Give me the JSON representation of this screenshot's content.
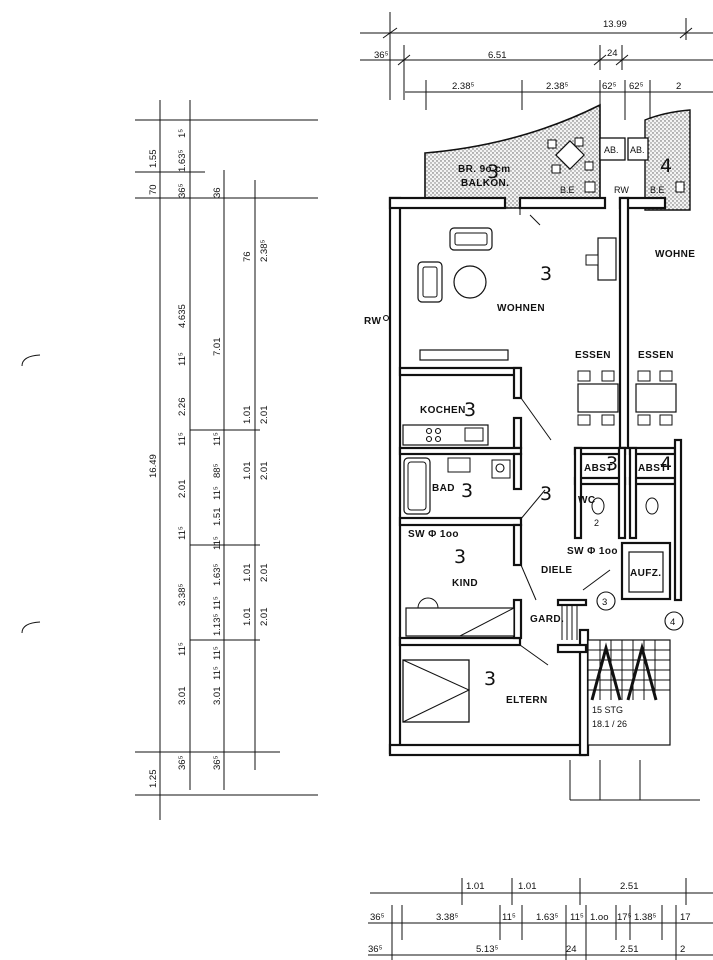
{
  "rooms": {
    "balkon_line1": "BR. 9o cm",
    "balkon_line2": "BALKON.",
    "wohnen": "WOHNEN",
    "wohnen_right": "WOHNE",
    "essen": "ESSEN",
    "essen_right": "ESSEN",
    "kochen": "KOCHEN",
    "bad": "BAD",
    "abst": "ABST",
    "abst_right": "ABST",
    "wc": "WC",
    "kind": "KIND",
    "diele": "DIELE",
    "gard": "GARD.",
    "eltern": "ELTERN",
    "aufz": "AUFZ.",
    "stair_line1": "15 STG",
    "stair_line2": "18.1 / 26",
    "ab_left": "AB.",
    "ab_right": "AB.",
    "rw": "RW",
    "rw_top": "RW",
    "be_label": "B.E",
    "be_label2": "B.E",
    "sw_left": "SW Φ 1oo",
    "sw_right": "SW Φ 1oo",
    "wc_num": "2"
  },
  "marks": {
    "wohnen": "3",
    "balkon": "3",
    "kochen": "3",
    "bad": "3",
    "diele": "3",
    "kind": "3",
    "eltern": "3",
    "abst": "3",
    "abst_right": "4",
    "stair_left": "3",
    "stair_right": "4",
    "balkon_right": "4"
  },
  "dims_top": {
    "total": "13.99",
    "row2_a": "36⁵",
    "row2_b": "6.51",
    "row2_c": "24",
    "row3_a": "2.38⁵",
    "row3_b": "2.38⁵",
    "row3_c": "62⁵",
    "row3_d": "62⁵",
    "row3_e": "2"
  },
  "dims_left": {
    "d1": "1.55",
    "d2": "1.63⁵",
    "d3": "1⁵",
    "d4": "70",
    "d5": "36⁵",
    "d6": "36",
    "d7": "76",
    "d8": "2.38⁵",
    "d9": "4.635",
    "d10": "11⁵",
    "d11": "7.01",
    "d12": "2.26",
    "d13": "1.01",
    "d14": "2.01",
    "d15": "11⁵",
    "d16": "11⁵",
    "d17": "16.49",
    "d18": "2.01",
    "d19": "88⁵",
    "d20": "11⁵",
    "d21": "1.01",
    "d22": "2.01",
    "d23": "11⁵",
    "d24": "1.51",
    "d25": "11⁵",
    "d26": "3.38⁵",
    "d27": "1.63⁵",
    "d28": "1.01",
    "d29": "2.01",
    "d30": "11⁵",
    "d31": "1.13⁵",
    "d32": "11⁵",
    "d33": "1.01",
    "d34": "2.01",
    "d35": "11⁵",
    "d36": "11⁵",
    "d37": "3.01",
    "d38": "3.01",
    "d39": "36⁵",
    "d40": "36⁵",
    "d41": "1.25"
  },
  "dims_bottom": {
    "r1_a": "1.01",
    "r1_b": "1.01",
    "r1_c": "2.51",
    "r2_a": "36⁵",
    "r2_b": "3.38⁵",
    "r2_c": "11⁵",
    "r2_d": "1.63⁵",
    "r2_e": "11⁵",
    "r2_f": "1.oo",
    "r2_g": "17⁵",
    "r2_h": "1.38⁵",
    "r2_i": "17",
    "r3_a": "36⁵",
    "r3_b": "5.13⁵",
    "r3_c": "24",
    "r3_d": "2.51",
    "r3_e": "2"
  }
}
